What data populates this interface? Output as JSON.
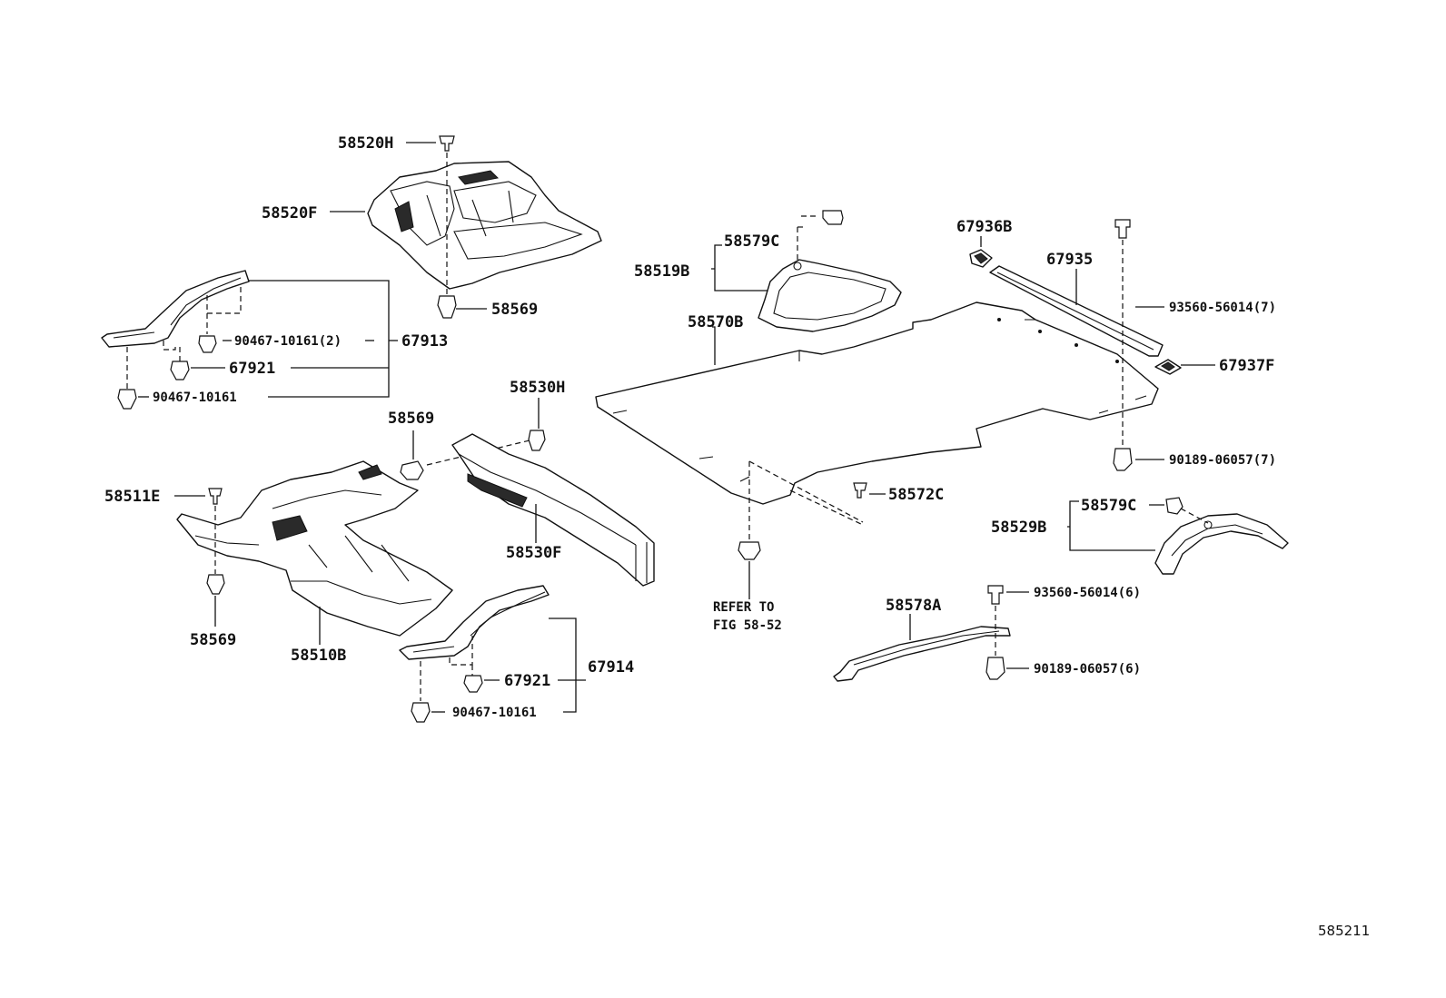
{
  "diagram_id": "585211",
  "refer_note": [
    "REFER TO",
    "FIG 58-52"
  ],
  "labels": {
    "p58520H": "58520H",
    "p58520F": "58520F",
    "p58569_top": "58569",
    "p67913": "67913",
    "p90467_10161_2": "90467-10161(2)",
    "p67921_a": "67921",
    "p90467_10161_a": "90467-10161",
    "p58579C_a": "58579C",
    "p58519B": "58519B",
    "p58570B": "58570B",
    "p67936B": "67936B",
    "p67935": "67935",
    "p93560_56014_7": "93560-56014(7)",
    "p67937F": "67937F",
    "p90189_06057_7": "90189-06057(7)",
    "p58530H": "58530H",
    "p58569_mid": "58569",
    "p58511E": "58511E",
    "p58530F": "58530F",
    "p58569_low": "58569",
    "p58510B": "58510B",
    "p58572C": "58572C",
    "p58579C_b": "58579C",
    "p58529B": "58529B",
    "p58578A": "58578A",
    "p93560_56014_6": "93560-56014(6)",
    "p90189_06057_6": "90189-06057(6)",
    "p67921_b": "67921",
    "p67914": "67914",
    "p90467_10161_b": "90467-10161"
  }
}
